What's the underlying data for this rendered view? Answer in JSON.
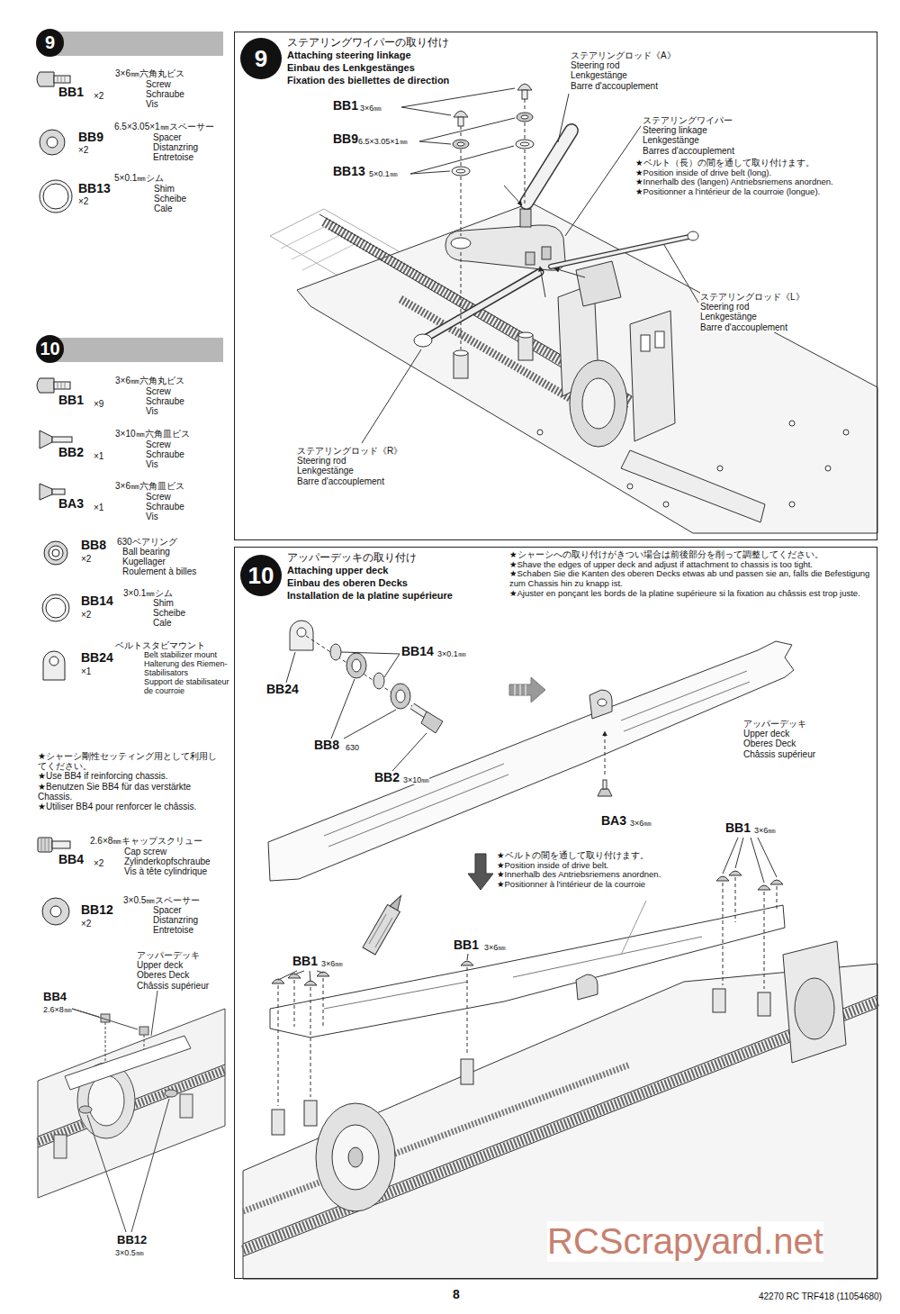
{
  "diagram": {
    "nodes": [
      {
        "text": [
          "9"
        ]
      },
      {
        "text": [
          "10"
        ]
      },
      {
        "text": [
          "ステアリングワイパーの取り付け",
          "Attaching steering linkage",
          "Einbau des Lenkgestänges",
          "Fixation des biellettes de direction"
        ]
      },
      {
        "text": [
          "9"
        ],
        "in": 2
      },
      {
        "text": [
          "アッパーデッキの取り付け",
          "Attaching upper deck",
          "Einbau des oberen Decks",
          "Installation de la platine supérieure"
        ]
      },
      {
        "text": [
          "10"
        ],
        "in": 4
      }
    ],
    "labels": [
      "BB1",
      "×2",
      "3×6㎜六角丸ビス",
      "Screw",
      "Schraube",
      "Vis",
      "BB9",
      "×2",
      "6.5×3.05×1㎜スペーサー",
      "Spacer",
      "Distanzring",
      "Entretoise",
      "BB13",
      "×2",
      "5×0.1㎜シム",
      "Shim",
      "Scheibe",
      "Cale",
      "BB1",
      "×9",
      "3×6㎜六角丸ビス",
      "Screw",
      "Schraube",
      "Vis",
      "BB2",
      "×1",
      "3×10㎜六角皿ビス",
      "Screw",
      "Schraube",
      "Vis",
      "BA3",
      "×1",
      "3×6㎜六角皿ビス",
      "Screw",
      "Schraube",
      "Vis",
      "BB8",
      "×2",
      "630ベアリング",
      "Ball bearing",
      "Kugellager",
      "Roulement à billes",
      "BB14",
      "×2",
      "3×0.1㎜シム",
      "Shim",
      "Scheibe",
      "Cale",
      "BB24",
      "×1",
      "ベルトスタビマウント",
      "Belt stabilizer mount",
      "Halterung des Riemen-Stabilisators",
      "Support de stabilisateur de courroie",
      "★シャーシ剛性セッティング用として利用してください。",
      "★Use BB4 if reinforcing chassis.",
      "★Benutzen Sie BB4 für das verstärkte Chassis.",
      "★Utiliser BB4 pour renforcer le châssis.",
      "BB4",
      "×2",
      "2.6×8㎜キャップスクリュー",
      "Cap screw",
      "Zylinderkopfschraube",
      "Vis à tête cylindrique",
      "BB12",
      "×2",
      "3×0.5㎜スペーサー",
      "Spacer",
      "Distanzring",
      "Entretoise",
      "アッパーデッキ",
      "Upper deck",
      "Oberes Deck",
      "Châssis supérieur",
      "BB4",
      "2.6×8㎜",
      "BB12",
      "3×0.5㎜",
      "BB1",
      "3×6㎜",
      "BB9",
      "6.5×3.05×1㎜",
      "BB13",
      "5×0.1㎜",
      "ステアリングロッド《A》",
      "Steering rod",
      "Lenkgestänge",
      "Barre d'accouplement",
      "ステアリングワイパー",
      "Steering linkage",
      "Lenkgestänge",
      "Barres d'accouplement",
      "★ベルト（長）の間を通して取り付けます。",
      "★Position inside of drive belt (long).",
      "★Innerhalb des (langen) Antriebsriemens anordnen.",
      "★Positionner a l'intérieur de la courroie (longue).",
      "ステアリングロッド《L》",
      "Steering rod",
      "Lenkgestänge",
      "Barre d'accouplement",
      "ステアリングロッド《R》",
      "Steering rod",
      "Lenkgestänge",
      "Barre d'accouplement",
      "★シャーシへの取り付けがきつい場合は前後部分を削って調整してください。",
      "★Shave the edges of upper deck and adjust if attachment to chassis is too tight.",
      "★Schaben Sie die Kanten des oberen Decks etwas ab und passen sie an, falls die Befestigung zum Chassis hin zu knapp ist.",
      "★Ajuster en ponçant les bords de la platine supérieure si la fixation au châssis est trop juste.",
      "BB24",
      "BB14",
      "3×0.1㎜",
      "BB8",
      "630",
      "BB2",
      "3×10㎜",
      "アッパーデッキ",
      "Upper deck",
      "Oberes Deck",
      "Châssis supérieur",
      "BA3",
      "3×6㎜",
      "★ベルトの間を通して取り付けます。",
      "★Position inside of drive belt.",
      "★Innerhalb des Antriebsriemens anordnen.",
      "★Positionner à l'intérieur de la courroie",
      "BB1",
      "3×6㎜",
      "BB1",
      "3×6㎜",
      "BB1",
      "3×6㎜",
      "8",
      "42270 RC TRF418 (11054680)",
      "RCScrapyard.net"
    ]
  }
}
